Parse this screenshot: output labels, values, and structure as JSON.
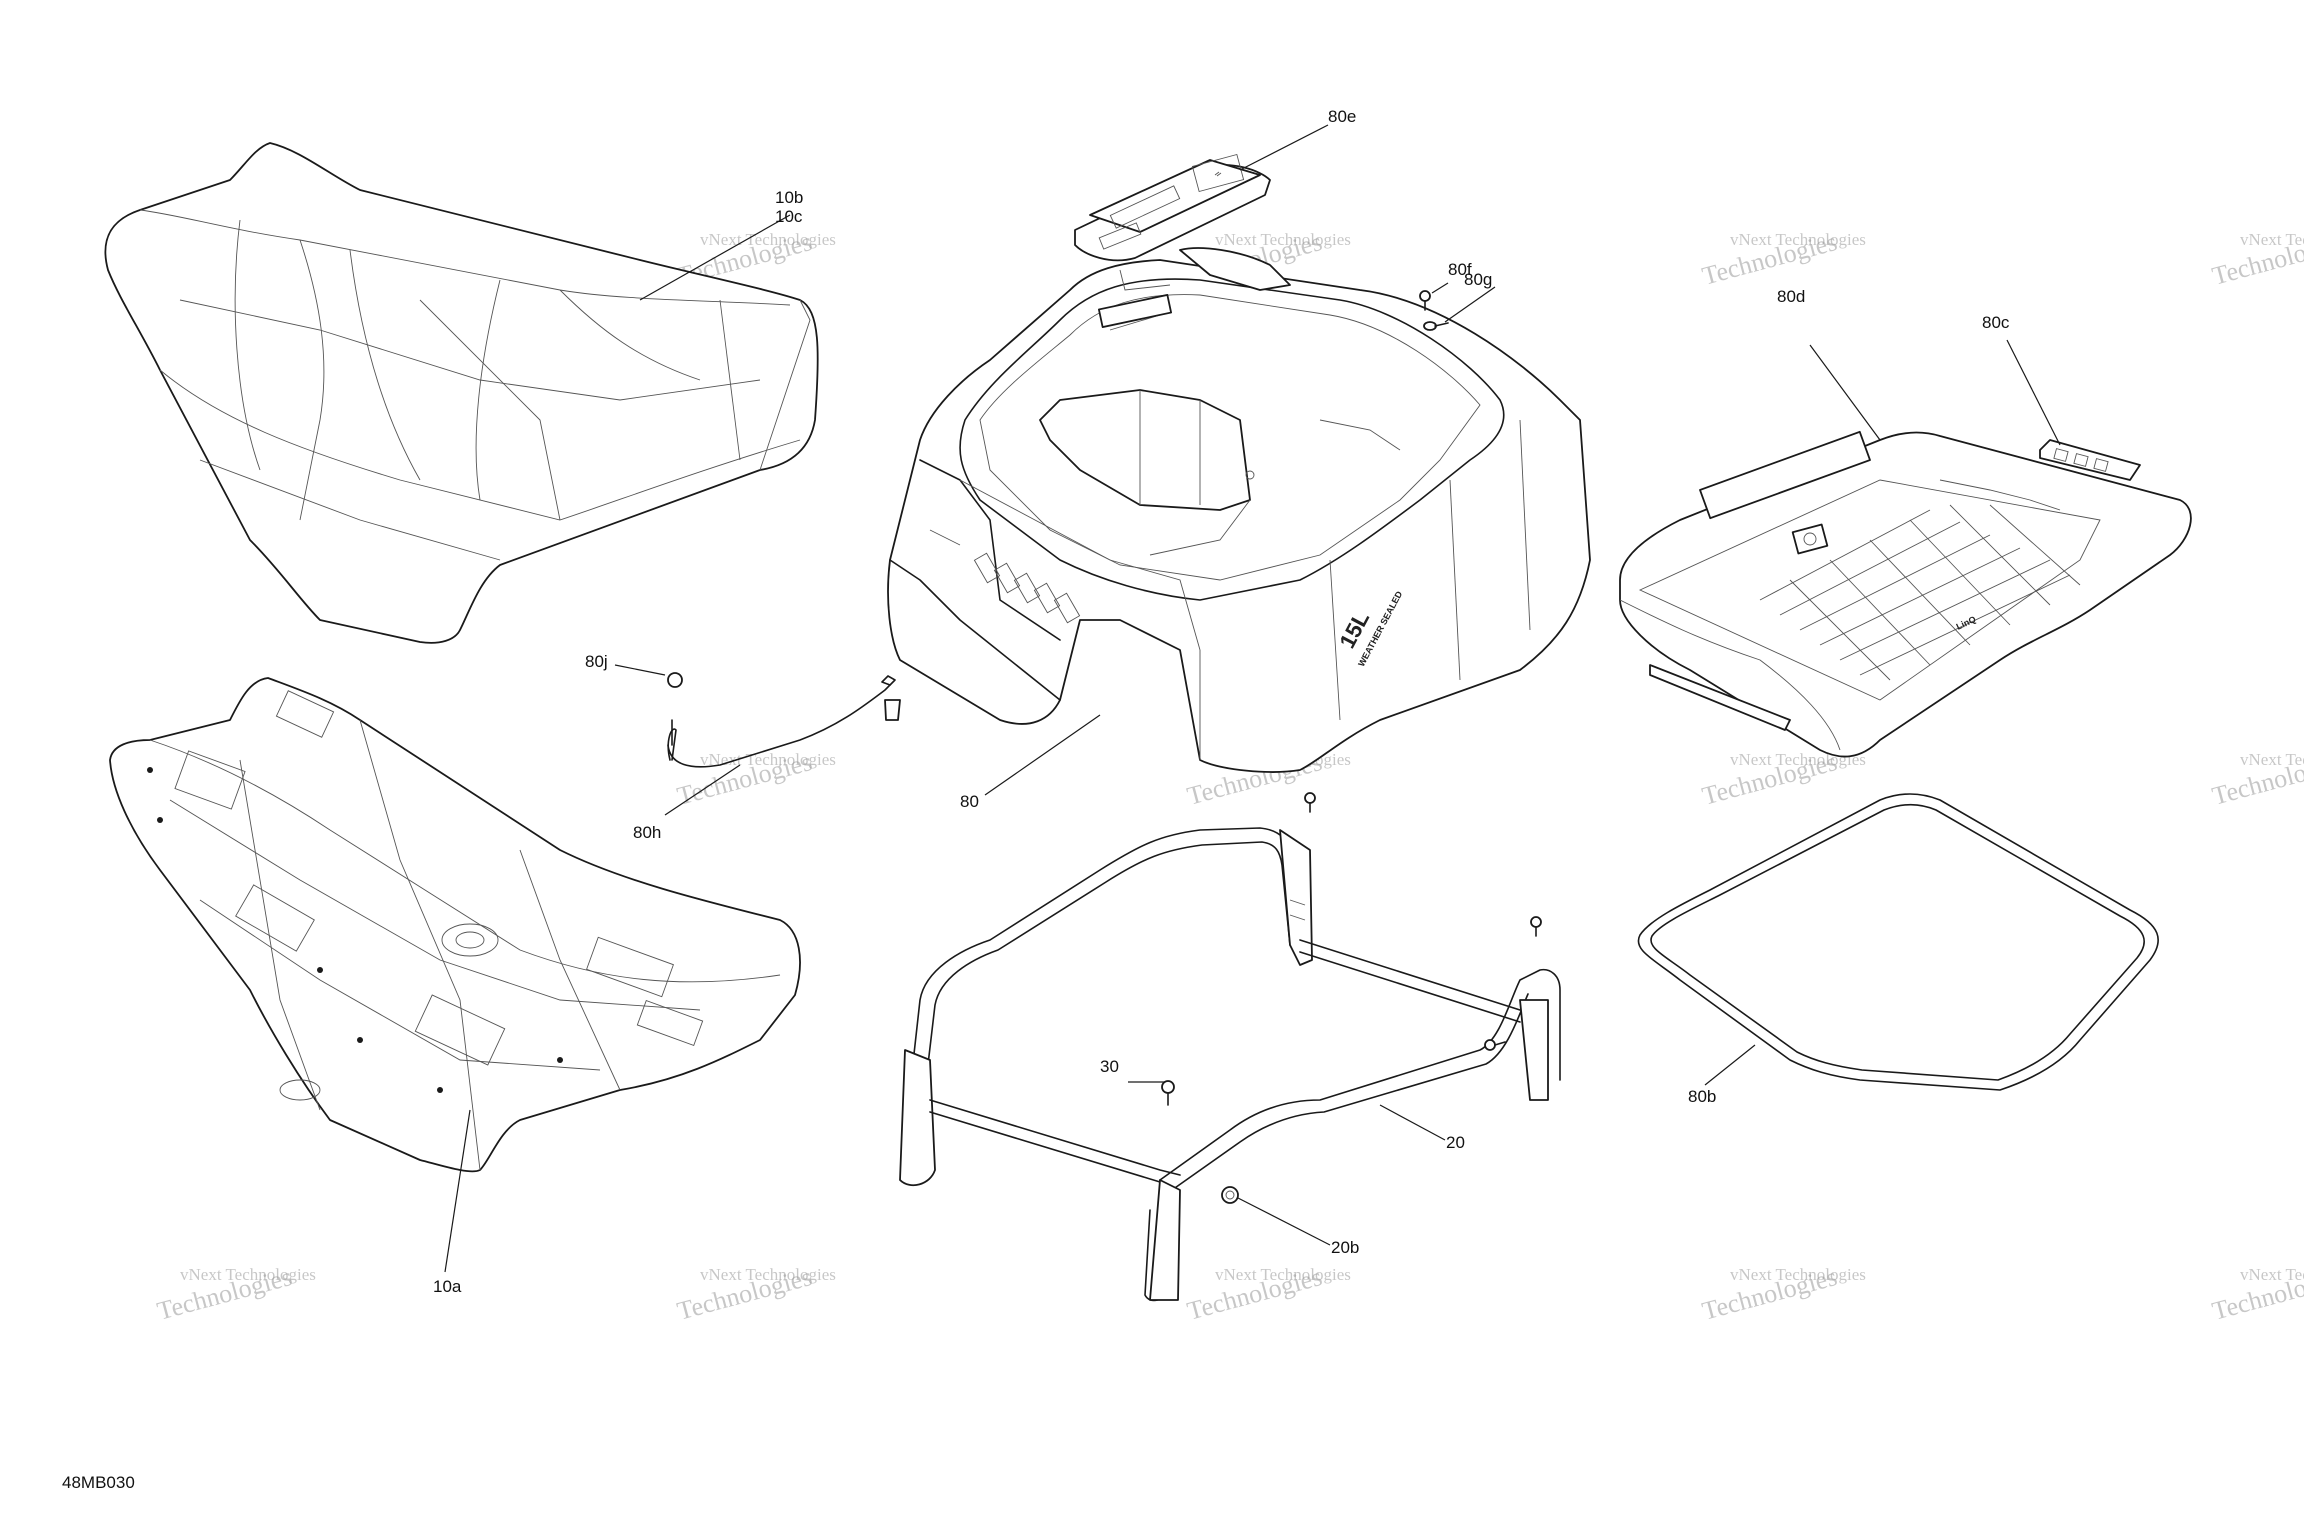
{
  "drawing_number": "48MB030",
  "watermark": {
    "line1": "vNext Technologies",
    "line2": "Technologies",
    "alt_line1": "vNext"
  },
  "callouts": {
    "c10b": "10b",
    "c10c": "10c",
    "c10a": "10a",
    "c80e": "80e",
    "c80f": "80f",
    "c80g": "80g",
    "c80d": "80d",
    "c80c": "80c",
    "c80j": "80j",
    "c80h": "80h",
    "c80": "80",
    "c80b": "80b",
    "c30": "30",
    "c20": "20",
    "c20b": "20b"
  },
  "box_marking": {
    "capacity": "15L",
    "tagline": "WEATHER SEALED"
  },
  "lid_marking": "LinQ"
}
